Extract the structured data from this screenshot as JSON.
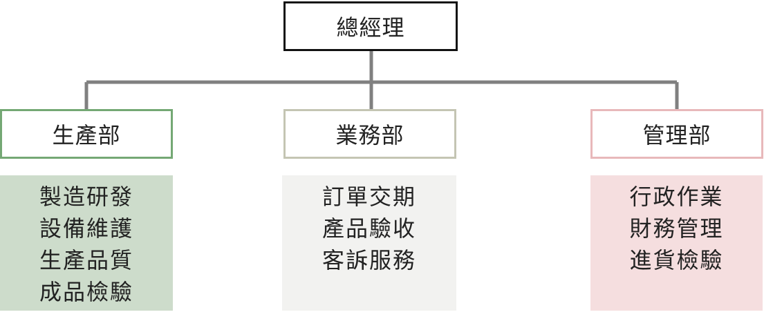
{
  "top": {
    "label": "總經理"
  },
  "departments": [
    {
      "label": "生產部",
      "border_color": "#74a874",
      "fill_color": "#cddccb",
      "duties": [
        "製造研發",
        "設備維護",
        "生產品質",
        "成品檢驗"
      ]
    },
    {
      "label": "業務部",
      "border_color": "#c4c5b3",
      "fill_color": "#f2f2f0",
      "duties": [
        "訂單交期",
        "產品驗收",
        "客訴服務"
      ]
    },
    {
      "label": "管理部",
      "border_color": "#e8b8ba",
      "fill_color": "#f5dedf",
      "duties": [
        "行政作業",
        "財務管理",
        "進貨檢驗"
      ]
    }
  ],
  "connector_color": "#808080"
}
